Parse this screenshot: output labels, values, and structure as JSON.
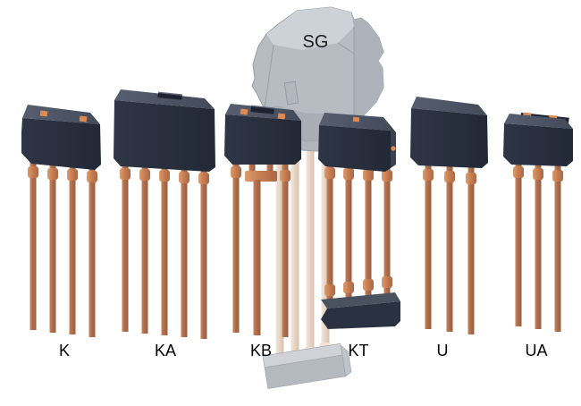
{
  "figure": {
    "description_visible_text_only": "",
    "packages": [
      {
        "id": "K",
        "label": "K",
        "lead_count": 4
      },
      {
        "id": "KA",
        "label": "KA",
        "lead_count": 5
      },
      {
        "id": "KB",
        "label": "KB",
        "lead_count": 4
      },
      {
        "id": "KT",
        "label": "KT",
        "lead_count": 4
      },
      {
        "id": "U",
        "label": "U",
        "lead_count": 3
      },
      {
        "id": "UA",
        "label": "UA",
        "lead_count": 3
      },
      {
        "id": "SG",
        "label": "SG",
        "lead_count": 4
      }
    ],
    "colors": {
      "background": "#ffffff",
      "body_front": "#272e3c",
      "body_top": "#4c5464",
      "body_side": "#3a424f",
      "slot_dark": "#1d2330",
      "marker_orange": "#e08a4f",
      "lead_copper": "#ae6c4a",
      "lead_copper_light": "#c98a60",
      "lead_pale": "#e6d4c4",
      "sg_body_gray": "#b7bbc2",
      "sg_base_gray": "#c3c7cd",
      "label_text": "#000000"
    }
  }
}
